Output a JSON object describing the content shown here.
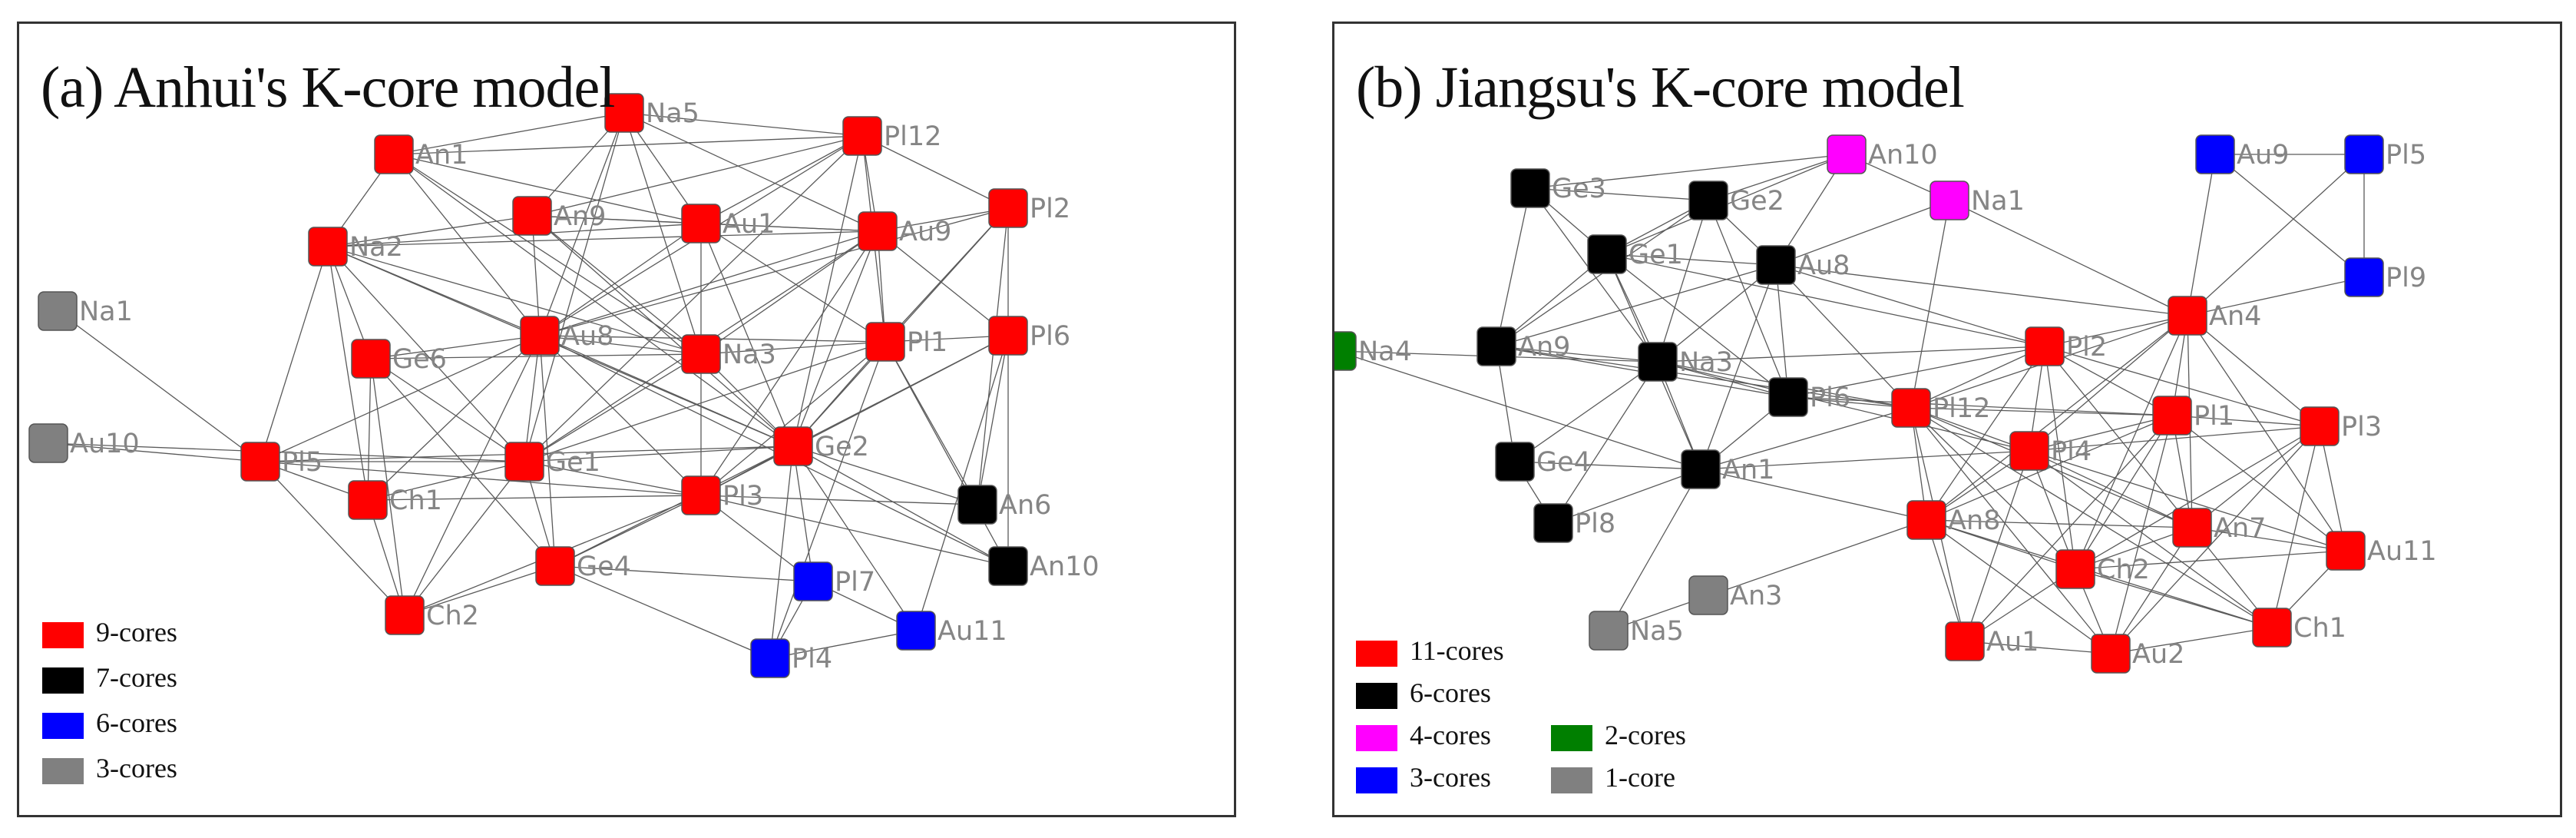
{
  "panels": [
    {
      "id": "a",
      "title": "(a) Anhui's K-core model",
      "legend": [
        {
          "label": "9-cores",
          "color": "#ff0000"
        },
        {
          "label": "7-cores",
          "color": "#000000"
        },
        {
          "label": "6-cores",
          "color": "#0000ff"
        },
        {
          "label": "3-cores",
          "color": "#808080"
        }
      ],
      "nodes": [
        {
          "id": "Na5",
          "label": "Na5",
          "color": "#ff0000"
        },
        {
          "id": "An1",
          "label": "An1",
          "color": "#ff0000"
        },
        {
          "id": "Pl12",
          "label": "Pl12",
          "color": "#ff0000"
        },
        {
          "id": "An9",
          "label": "An9",
          "color": "#ff0000"
        },
        {
          "id": "Au1",
          "label": "Au1",
          "color": "#ff0000"
        },
        {
          "id": "Au9",
          "label": "Au9",
          "color": "#ff0000"
        },
        {
          "id": "Pl2",
          "label": "Pl2",
          "color": "#ff0000"
        },
        {
          "id": "Na2",
          "label": "Na2",
          "color": "#ff0000"
        },
        {
          "id": "Na1",
          "label": "Na1",
          "color": "#808080"
        },
        {
          "id": "Ge6",
          "label": "Ge6",
          "color": "#ff0000"
        },
        {
          "id": "Au8",
          "label": "Au8",
          "color": "#ff0000"
        },
        {
          "id": "Na3",
          "label": "Na3",
          "color": "#ff0000"
        },
        {
          "id": "Pl1",
          "label": "Pl1",
          "color": "#ff0000"
        },
        {
          "id": "Pl6",
          "label": "Pl6",
          "color": "#ff0000"
        },
        {
          "id": "Au10",
          "label": "Au10",
          "color": "#808080"
        },
        {
          "id": "Pl5",
          "label": "Pl5",
          "color": "#ff0000"
        },
        {
          "id": "Ge1",
          "label": "Ge1",
          "color": "#ff0000"
        },
        {
          "id": "Ge2",
          "label": "Ge2",
          "color": "#ff0000"
        },
        {
          "id": "Ch1",
          "label": "Ch1",
          "color": "#ff0000"
        },
        {
          "id": "Pl3",
          "label": "Pl3",
          "color": "#ff0000"
        },
        {
          "id": "An6",
          "label": "An6",
          "color": "#000000"
        },
        {
          "id": "Ge4",
          "label": "Ge4",
          "color": "#ff0000"
        },
        {
          "id": "An10",
          "label": "An10",
          "color": "#000000"
        },
        {
          "id": "Pl7",
          "label": "Pl7",
          "color": "#0000ff"
        },
        {
          "id": "Ch2",
          "label": "Ch2",
          "color": "#ff0000"
        },
        {
          "id": "Au11",
          "label": "Au11",
          "color": "#0000ff"
        },
        {
          "id": "Pl4",
          "label": "Pl4",
          "color": "#0000ff"
        }
      ],
      "edges": [
        [
          "Na1",
          "Pl5"
        ],
        [
          "Au10",
          "Pl5"
        ],
        [
          "Au10",
          "Ge1"
        ],
        [
          "Na5",
          "An1"
        ],
        [
          "Na5",
          "Pl12"
        ],
        [
          "Na5",
          "An9"
        ],
        [
          "Na5",
          "Au1"
        ],
        [
          "Na5",
          "Au8"
        ],
        [
          "Na5",
          "Na3"
        ],
        [
          "Na5",
          "Ge1"
        ],
        [
          "Na5",
          "Au9"
        ],
        [
          "An1",
          "Pl12"
        ],
        [
          "An1",
          "Na2"
        ],
        [
          "An1",
          "Au8"
        ],
        [
          "An1",
          "Na3"
        ],
        [
          "An1",
          "Au1"
        ],
        [
          "An1",
          "Ge2"
        ],
        [
          "Pl12",
          "Au9"
        ],
        [
          "Pl12",
          "An9"
        ],
        [
          "Pl12",
          "Au1"
        ],
        [
          "Pl12",
          "Pl1"
        ],
        [
          "Pl12",
          "Au8"
        ],
        [
          "Pl12",
          "Ge2"
        ],
        [
          "Pl12",
          "Pl2"
        ],
        [
          "Pl12",
          "Ge1"
        ],
        [
          "An9",
          "Au1"
        ],
        [
          "An9",
          "Au8"
        ],
        [
          "An9",
          "Na3"
        ],
        [
          "An9",
          "Ge2"
        ],
        [
          "An9",
          "Na2"
        ],
        [
          "An9",
          "Au9"
        ],
        [
          "Au1",
          "Au9"
        ],
        [
          "Au1",
          "Na3"
        ],
        [
          "Au1",
          "Au8"
        ],
        [
          "Au1",
          "Pl1"
        ],
        [
          "Au1",
          "Ge2"
        ],
        [
          "Au9",
          "Pl1"
        ],
        [
          "Au9",
          "Au8"
        ],
        [
          "Au9",
          "Na3"
        ],
        [
          "Au9",
          "Pl2"
        ],
        [
          "Au9",
          "Ge2"
        ],
        [
          "Au9",
          "Ge1"
        ],
        [
          "Au9",
          "Pl3"
        ],
        [
          "Au9",
          "Pl6"
        ],
        [
          "Pl2",
          "Pl6"
        ],
        [
          "Pl2",
          "Pl1"
        ],
        [
          "Pl2",
          "Au8"
        ],
        [
          "Pl2",
          "Ge2"
        ],
        [
          "Pl2",
          "An6"
        ],
        [
          "Na2",
          "Au1"
        ],
        [
          "Na2",
          "Au8"
        ],
        [
          "Na2",
          "Ge6"
        ],
        [
          "Na2",
          "Ch1"
        ],
        [
          "Na2",
          "Ge1"
        ],
        [
          "Na2",
          "Na3"
        ],
        [
          "Na2",
          "Au9"
        ],
        [
          "Na2",
          "Pl5"
        ],
        [
          "Na2",
          "Ge2"
        ],
        [
          "Ge6",
          "Au8"
        ],
        [
          "Ge6",
          "Ch1"
        ],
        [
          "Ge6",
          "Ch2"
        ],
        [
          "Ge6",
          "Ge1"
        ],
        [
          "Ge6",
          "Na3"
        ],
        [
          "Ge6",
          "Ge4"
        ],
        [
          "Au8",
          "Na3"
        ],
        [
          "Au8",
          "Ge1"
        ],
        [
          "Au8",
          "Ge2"
        ],
        [
          "Au8",
          "Pl3"
        ],
        [
          "Au8",
          "Pl5"
        ],
        [
          "Au8",
          "Ch1"
        ],
        [
          "Au8",
          "Ge4"
        ],
        [
          "Au8",
          "An10"
        ],
        [
          "Au8",
          "Pl1"
        ],
        [
          "Au8",
          "Ch2"
        ],
        [
          "Na3",
          "Ge2"
        ],
        [
          "Na3",
          "Pl1"
        ],
        [
          "Na3",
          "Ge1"
        ],
        [
          "Na3",
          "Pl3"
        ],
        [
          "Pl1",
          "Pl6"
        ],
        [
          "Pl1",
          "Ge2"
        ],
        [
          "Pl1",
          "An6"
        ],
        [
          "Pl1",
          "An10"
        ],
        [
          "Pl1",
          "Pl3"
        ],
        [
          "Pl1",
          "Ge1"
        ],
        [
          "Pl6",
          "Ge2"
        ],
        [
          "Pl6",
          "An6"
        ],
        [
          "Pl6",
          "An10"
        ],
        [
          "Pl6",
          "Pl3"
        ],
        [
          "Pl6",
          "Au11"
        ],
        [
          "Pl5",
          "Ge1"
        ],
        [
          "Pl5",
          "Ch1"
        ],
        [
          "Pl5",
          "Ch2"
        ],
        [
          "Pl5",
          "Ge2"
        ],
        [
          "Pl5",
          "Pl3"
        ],
        [
          "Ge1",
          "Ge2"
        ],
        [
          "Ge1",
          "Pl3"
        ],
        [
          "Ge1",
          "Ch1"
        ],
        [
          "Ge1",
          "Ge4"
        ],
        [
          "Ge1",
          "Ch2"
        ],
        [
          "Ge2",
          "Pl3"
        ],
        [
          "Ge2",
          "An6"
        ],
        [
          "Ge2",
          "Ge4"
        ],
        [
          "Ge2",
          "Pl7"
        ],
        [
          "Ge2",
          "Pl4"
        ],
        [
          "Ge2",
          "Au11"
        ],
        [
          "Ge2",
          "An10"
        ],
        [
          "Ch1",
          "Pl3"
        ],
        [
          "Ch1",
          "Ch2"
        ],
        [
          "Pl3",
          "Ge4"
        ],
        [
          "Pl3",
          "An10"
        ],
        [
          "Pl3",
          "Pl7"
        ],
        [
          "Pl3",
          "Ch2"
        ],
        [
          "Pl3",
          "An6"
        ],
        [
          "Ge4",
          "Pl7"
        ],
        [
          "Ge4",
          "Pl4"
        ],
        [
          "Ge4",
          "Ch2"
        ],
        [
          "Pl7",
          "Pl4"
        ],
        [
          "Pl7",
          "Au11"
        ],
        [
          "Pl4",
          "Au11"
        ],
        [
          "Pl4",
          "Pl1"
        ]
      ]
    },
    {
      "id": "b",
      "title": "(b) Jiangsu's K-core model",
      "legend": [
        {
          "label": "11-cores",
          "color": "#ff0000"
        },
        {
          "label": "6-cores",
          "color": "#000000"
        },
        {
          "label": "4-cores",
          "color": "#ff00ff"
        },
        {
          "label": "2-cores",
          "color": "#007f00"
        },
        {
          "label": "3-cores",
          "color": "#0000ff"
        },
        {
          "label": "1-core",
          "color": "#808080"
        }
      ],
      "nodes": [
        {
          "id": "An10",
          "label": "An10",
          "color": "#ff00ff"
        },
        {
          "id": "Au9",
          "label": "Au9",
          "color": "#0000ff"
        },
        {
          "id": "Pl5",
          "label": "Pl5",
          "color": "#0000ff"
        },
        {
          "id": "Ge3",
          "label": "Ge3",
          "color": "#000000"
        },
        {
          "id": "Ge2",
          "label": "Ge2",
          "color": "#000000"
        },
        {
          "id": "Na1",
          "label": "Na1",
          "color": "#ff00ff"
        },
        {
          "id": "Ge1",
          "label": "Ge1",
          "color": "#000000"
        },
        {
          "id": "Au8",
          "label": "Au8",
          "color": "#000000"
        },
        {
          "id": "Pl9",
          "label": "Pl9",
          "color": "#0000ff"
        },
        {
          "id": "An4",
          "label": "An4",
          "color": "#ff0000"
        },
        {
          "id": "Na4",
          "label": "Na4",
          "color": "#007f00"
        },
        {
          "id": "An9",
          "label": "An9",
          "color": "#000000"
        },
        {
          "id": "Na3",
          "label": "Na3",
          "color": "#000000"
        },
        {
          "id": "Pl2",
          "label": "Pl2",
          "color": "#ff0000"
        },
        {
          "id": "Pl6",
          "label": "Pl6",
          "color": "#000000"
        },
        {
          "id": "Pl12",
          "label": "Pl12",
          "color": "#ff0000"
        },
        {
          "id": "Pl1",
          "label": "Pl1",
          "color": "#ff0000"
        },
        {
          "id": "Pl3",
          "label": "Pl3",
          "color": "#ff0000"
        },
        {
          "id": "Ge4",
          "label": "Ge4",
          "color": "#000000"
        },
        {
          "id": "Pl4",
          "label": "Pl4",
          "color": "#ff0000"
        },
        {
          "id": "An1",
          "label": "An1",
          "color": "#000000"
        },
        {
          "id": "Pl8",
          "label": "Pl8",
          "color": "#000000"
        },
        {
          "id": "An8",
          "label": "An8",
          "color": "#ff0000"
        },
        {
          "id": "An7",
          "label": "An7",
          "color": "#ff0000"
        },
        {
          "id": "Au11",
          "label": "Au11",
          "color": "#ff0000"
        },
        {
          "id": "Ch2",
          "label": "Ch2",
          "color": "#ff0000"
        },
        {
          "id": "An3",
          "label": "An3",
          "color": "#808080"
        },
        {
          "id": "Na5",
          "label": "Na5",
          "color": "#808080"
        },
        {
          "id": "Ch1",
          "label": "Ch1",
          "color": "#ff0000"
        },
        {
          "id": "Au1",
          "label": "Au1",
          "color": "#ff0000"
        },
        {
          "id": "Au2",
          "label": "Au2",
          "color": "#ff0000"
        }
      ],
      "edges": [
        [
          "Ge3",
          "Ge2"
        ],
        [
          "Ge3",
          "An10"
        ],
        [
          "Ge3",
          "Ge1"
        ],
        [
          "Ge3",
          "An9"
        ],
        [
          "Ge3",
          "Na3"
        ],
        [
          "Ge2",
          "An10"
        ],
        [
          "Ge2",
          "Ge1"
        ],
        [
          "Ge2",
          "Au8"
        ],
        [
          "Ge2",
          "Na3"
        ],
        [
          "Ge2",
          "An9"
        ],
        [
          "Ge2",
          "Pl6"
        ],
        [
          "An10",
          "Au8"
        ],
        [
          "An10",
          "Na1"
        ],
        [
          "An10",
          "Ge1"
        ],
        [
          "Na1",
          "Au8"
        ],
        [
          "Na1",
          "An4"
        ],
        [
          "Na1",
          "Pl12"
        ],
        [
          "Ge1",
          "Au8"
        ],
        [
          "Ge1",
          "Na3"
        ],
        [
          "Ge1",
          "An9"
        ],
        [
          "Ge1",
          "Pl6"
        ],
        [
          "Ge1",
          "Pl2"
        ],
        [
          "Ge1",
          "An1"
        ],
        [
          "Au8",
          "Na3"
        ],
        [
          "Au8",
          "Pl6"
        ],
        [
          "Au8",
          "Pl2"
        ],
        [
          "Au8",
          "An4"
        ],
        [
          "Au8",
          "Pl12"
        ],
        [
          "Au8",
          "An9"
        ],
        [
          "Au8",
          "An1"
        ],
        [
          "Au9",
          "Pl5"
        ],
        [
          "Au9",
          "Pl9"
        ],
        [
          "Au9",
          "An4"
        ],
        [
          "Pl5",
          "Pl9"
        ],
        [
          "Pl5",
          "An4"
        ],
        [
          "Pl9",
          "An4"
        ],
        [
          "Na4",
          "Na3"
        ],
        [
          "Na4",
          "An1"
        ],
        [
          "An9",
          "Na3"
        ],
        [
          "An9",
          "Pl6"
        ],
        [
          "An9",
          "Pl12"
        ],
        [
          "An9",
          "Ge4"
        ],
        [
          "Na3",
          "Pl6"
        ],
        [
          "Na3",
          "Pl12"
        ],
        [
          "Na3",
          "Pl2"
        ],
        [
          "Na3",
          "An1"
        ],
        [
          "Na3",
          "Ge4"
        ],
        [
          "Na3",
          "Pl8"
        ],
        [
          "Na3",
          "Pl4"
        ],
        [
          "Pl6",
          "Pl12"
        ],
        [
          "Pl6",
          "Pl2"
        ],
        [
          "Pl6",
          "An1"
        ],
        [
          "Pl6",
          "Pl1"
        ],
        [
          "Ge4",
          "Pl8"
        ],
        [
          "Ge4",
          "An1"
        ],
        [
          "Pl8",
          "An1"
        ],
        [
          "An1",
          "Pl12"
        ],
        [
          "An1",
          "An8"
        ],
        [
          "An1",
          "Na5"
        ],
        [
          "An1",
          "Pl4"
        ],
        [
          "Pl2",
          "An4"
        ],
        [
          "Pl2",
          "Pl12"
        ],
        [
          "Pl2",
          "Pl1"
        ],
        [
          "Pl2",
          "Pl4"
        ],
        [
          "Pl2",
          "An8"
        ],
        [
          "Pl2",
          "Pl3"
        ],
        [
          "Pl2",
          "Ch2"
        ],
        [
          "Pl2",
          "An7"
        ],
        [
          "An4",
          "Pl1"
        ],
        [
          "An4",
          "Pl3"
        ],
        [
          "An4",
          "Pl12"
        ],
        [
          "An4",
          "Pl4"
        ],
        [
          "An4",
          "An7"
        ],
        [
          "An4",
          "Ch2"
        ],
        [
          "An4",
          "Au11"
        ],
        [
          "An4",
          "An8"
        ],
        [
          "Pl12",
          "Pl1"
        ],
        [
          "Pl12",
          "Pl4"
        ],
        [
          "Pl12",
          "An8"
        ],
        [
          "Pl12",
          "Ch2"
        ],
        [
          "Pl12",
          "An7"
        ],
        [
          "Pl12",
          "Au1"
        ],
        [
          "Pl12",
          "Ch1"
        ],
        [
          "Pl12",
          "Au2"
        ],
        [
          "Pl1",
          "Pl3"
        ],
        [
          "Pl1",
          "Pl4"
        ],
        [
          "Pl1",
          "An7"
        ],
        [
          "Pl1",
          "Ch2"
        ],
        [
          "Pl1",
          "An8"
        ],
        [
          "Pl1",
          "Au11"
        ],
        [
          "Pl1",
          "Au2"
        ],
        [
          "Pl1",
          "Au1"
        ],
        [
          "Pl3",
          "An7"
        ],
        [
          "Pl3",
          "Au11"
        ],
        [
          "Pl3",
          "Ch1"
        ],
        [
          "Pl3",
          "Pl4"
        ],
        [
          "Pl3",
          "Ch2"
        ],
        [
          "Pl3",
          "Au2"
        ],
        [
          "Pl4",
          "An8"
        ],
        [
          "Pl4",
          "Ch2"
        ],
        [
          "Pl4",
          "An7"
        ],
        [
          "Pl4",
          "Au1"
        ],
        [
          "Pl4",
          "Ch1"
        ],
        [
          "Pl4",
          "Au11"
        ],
        [
          "An8",
          "Ch2"
        ],
        [
          "An8",
          "Au1"
        ],
        [
          "An8",
          "Au2"
        ],
        [
          "An8",
          "An7"
        ],
        [
          "An8",
          "Ch1"
        ],
        [
          "An7",
          "Ch2"
        ],
        [
          "An7",
          "Au11"
        ],
        [
          "An7",
          "Ch1"
        ],
        [
          "An7",
          "Au2"
        ],
        [
          "Ch2",
          "Au1"
        ],
        [
          "Ch2",
          "Au2"
        ],
        [
          "Ch2",
          "Ch1"
        ],
        [
          "Ch2",
          "Au11"
        ],
        [
          "Au11",
          "Ch1"
        ],
        [
          "Au1",
          "Au2"
        ],
        [
          "Au2",
          "Ch1"
        ],
        [
          "Na5",
          "An8"
        ]
      ]
    }
  ]
}
